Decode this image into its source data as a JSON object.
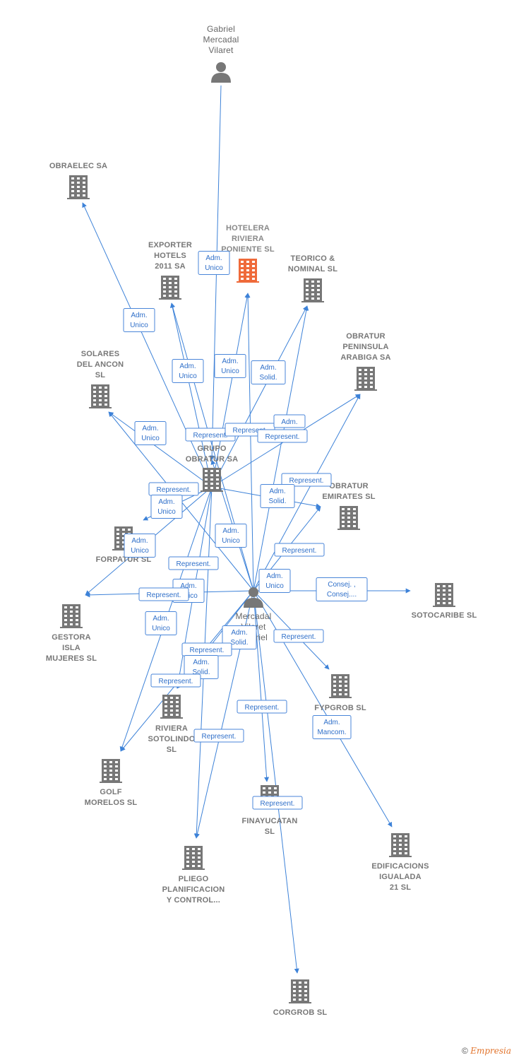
{
  "colors": {
    "edge": "#3d82d8",
    "edge_label_border": "#4a86d9",
    "edge_label_text": "#2f6fc9",
    "node_icon": "#777777",
    "focus_icon": "#ef6a3a",
    "brand": "#e2732b"
  },
  "footer": {
    "copyright": "©",
    "brand": "Empresia"
  },
  "nodes": [
    {
      "id": "gabriel",
      "kind": "person",
      "lines": [
        "Gabriel",
        "Mercadal",
        "Vilaret"
      ]
    },
    {
      "id": "obraelec",
      "kind": "company",
      "lines": [
        "OBRAELEC SA"
      ]
    },
    {
      "id": "hotelera",
      "kind": "focus",
      "lines": [
        "HOTELERA",
        "RIVIERA",
        "PONIENTE  SL"
      ]
    },
    {
      "id": "exporter",
      "kind": "company",
      "lines": [
        "EXPORTER",
        "HOTELS",
        "2011 SA"
      ]
    },
    {
      "id": "teorico",
      "kind": "company",
      "lines": [
        "TEORICO &",
        "NOMINAL SL"
      ]
    },
    {
      "id": "obratur_pen",
      "kind": "company",
      "lines": [
        "OBRATUR",
        "PENINSULA",
        "ARABIGA SA"
      ]
    },
    {
      "id": "solares",
      "kind": "company",
      "lines": [
        "SOLARES",
        "DEL ANCON",
        "SL"
      ]
    },
    {
      "id": "grupo",
      "kind": "company",
      "lines": [
        "GRUPO",
        "OBRATUR SA"
      ]
    },
    {
      "id": "obratur_emi",
      "kind": "company",
      "lines": [
        "OBRATUR",
        "EMIRATES  SL"
      ]
    },
    {
      "id": "forpatur",
      "kind": "company",
      "lines": [
        "FORPATUR  SL"
      ]
    },
    {
      "id": "mercadal",
      "kind": "person",
      "lines": [
        "Mercadal",
        "Vilaret",
        "Gabriel"
      ]
    },
    {
      "id": "sotocaribe",
      "kind": "company",
      "lines": [
        "SOTOCARIBE SL"
      ]
    },
    {
      "id": "gestora",
      "kind": "company",
      "lines": [
        "GESTORA",
        "ISLA",
        "MUJERES  SL"
      ]
    },
    {
      "id": "fypgrob",
      "kind": "company",
      "lines": [
        "FYPGROB  SL"
      ]
    },
    {
      "id": "riviera",
      "kind": "company",
      "lines": [
        "RIVIERA",
        "SOTOLINDO",
        "SL"
      ]
    },
    {
      "id": "golf",
      "kind": "company",
      "lines": [
        "GOLF",
        "MORELOS SL"
      ]
    },
    {
      "id": "finayucatan",
      "kind": "company",
      "lines": [
        "FINAYUCATAN",
        "SL"
      ]
    },
    {
      "id": "edificacions",
      "kind": "company",
      "lines": [
        "EDIFICACIONS",
        "IGUALADA",
        "21 SL"
      ]
    },
    {
      "id": "pliego",
      "kind": "company",
      "lines": [
        "PLIEGO",
        "PLANIFICACION",
        "Y CONTROL..."
      ]
    },
    {
      "id": "corgrob",
      "kind": "company",
      "lines": [
        "CORGROB SL"
      ]
    }
  ],
  "edges": [
    {
      "from": "gabriel",
      "to": "grupo"
    },
    {
      "from": "grupo",
      "to": "obraelec"
    },
    {
      "from": "grupo",
      "to": "exporter"
    },
    {
      "from": "grupo",
      "to": "hotelera"
    },
    {
      "from": "grupo",
      "to": "teorico"
    },
    {
      "from": "grupo",
      "to": "obratur_pen"
    },
    {
      "from": "grupo",
      "to": "solares"
    },
    {
      "from": "grupo",
      "to": "obratur_emi"
    },
    {
      "from": "grupo",
      "to": "forpatur"
    },
    {
      "from": "grupo",
      "to": "gestora"
    },
    {
      "from": "grupo",
      "to": "riviera"
    },
    {
      "from": "grupo",
      "to": "golf"
    },
    {
      "from": "grupo",
      "to": "pliego"
    },
    {
      "from": "mercadal",
      "to": "grupo"
    },
    {
      "from": "mercadal",
      "to": "exporter"
    },
    {
      "from": "mercadal",
      "to": "hotelera"
    },
    {
      "from": "mercadal",
      "to": "teorico"
    },
    {
      "from": "mercadal",
      "to": "obratur_pen"
    },
    {
      "from": "mercadal",
      "to": "solares"
    },
    {
      "from": "mercadal",
      "to": "obratur_emi"
    },
    {
      "from": "mercadal",
      "to": "sotocaribe"
    },
    {
      "from": "mercadal",
      "to": "gestora"
    },
    {
      "from": "mercadal",
      "to": "fypgrob"
    },
    {
      "from": "mercadal",
      "to": "riviera"
    },
    {
      "from": "mercadal",
      "to": "golf"
    },
    {
      "from": "mercadal",
      "to": "finayucatan"
    },
    {
      "from": "mercadal",
      "to": "edificacions"
    },
    {
      "from": "mercadal",
      "to": "pliego"
    },
    {
      "from": "mercadal",
      "to": "corgrob"
    }
  ],
  "edge_labels": [
    {
      "lines": [
        "Adm.",
        "Unico"
      ]
    },
    {
      "lines": [
        "Adm.",
        "Unico"
      ]
    },
    {
      "lines": [
        "Adm.",
        "Unico"
      ]
    },
    {
      "lines": [
        "Adm.",
        "Unico"
      ]
    },
    {
      "lines": [
        "Adm.",
        "Solid."
      ]
    },
    {
      "lines": [
        "Adm.",
        "Unico"
      ]
    },
    {
      "lines": [
        "Represent."
      ]
    },
    {
      "lines": [
        "Represent."
      ]
    },
    {
      "lines": [
        "Adm."
      ]
    },
    {
      "lines": [
        "Represent."
      ]
    },
    {
      "lines": [
        "Represent."
      ]
    },
    {
      "lines": [
        "Represent."
      ]
    },
    {
      "lines": [
        "Adm.",
        "Solid."
      ]
    },
    {
      "lines": [
        "Adm.",
        "Unico"
      ]
    },
    {
      "lines": [
        "Adm.",
        "Unico"
      ]
    },
    {
      "lines": [
        "Adm.",
        "Unico"
      ]
    },
    {
      "lines": [
        "Represent."
      ]
    },
    {
      "lines": [
        "Represent."
      ]
    },
    {
      "lines": [
        "Adm.",
        "Unico"
      ]
    },
    {
      "lines": [
        "Consej. ,",
        "Consej...."
      ]
    },
    {
      "lines": [
        "Adm.",
        "Unico"
      ]
    },
    {
      "lines": [
        "Represent."
      ]
    },
    {
      "lines": [
        "Adm.",
        "Unico"
      ]
    },
    {
      "lines": [
        "Adm.",
        "Solid."
      ]
    },
    {
      "lines": [
        "Represent."
      ]
    },
    {
      "lines": [
        "Represent."
      ]
    },
    {
      "lines": [
        "Adm.",
        "Solid."
      ]
    },
    {
      "lines": [
        "Represent."
      ]
    },
    {
      "lines": [
        "Represent."
      ]
    },
    {
      "lines": [
        "Adm.",
        "Mancom."
      ]
    },
    {
      "lines": [
        "Represent."
      ]
    },
    {
      "lines": [
        "Represent."
      ]
    }
  ]
}
